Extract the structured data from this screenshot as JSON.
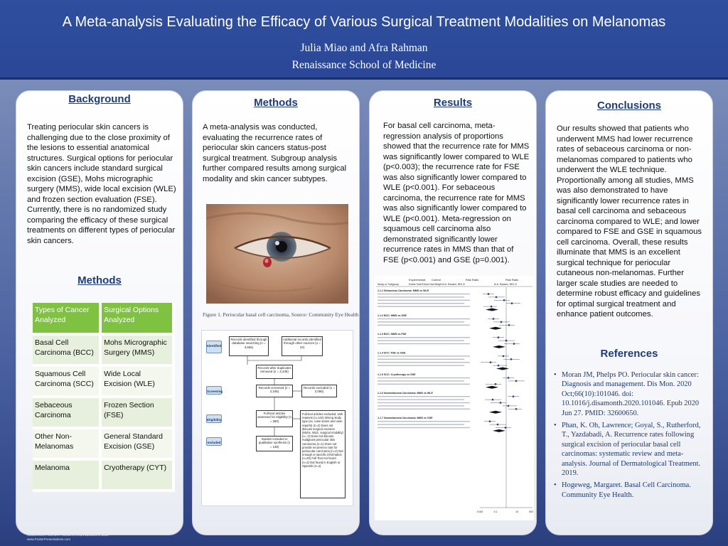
{
  "header": {
    "title": "A Meta-analysis Evaluating the Efficacy of Various Surgical Treatment Modalities on Melanomas",
    "authors": "Julia Miao and Afra Rahman",
    "school": "Renaissance School of Medicine"
  },
  "background": {
    "heading": "Background",
    "text": "Treating periocular skin cancers is challenging due to the close proximity of the lesions to essential anatomical structures. Surgical options for periocular skin cancers include standard surgical excision (GSE), Mohs micrographic surgery (MMS), wide local excision (WLE) and frozen section evaluation (FSE). Currently, there is no randomized study comparing the efficacy of these surgical treatments on different types of periocular skin cancers."
  },
  "methods_left": {
    "heading": "Methods",
    "table_headers": [
      "Types of Cancer Analyzed",
      "Surgical Options Analyzed"
    ],
    "table_rows": [
      [
        "Basal Cell Carcinoma (BCC)",
        "Mohs Micrographic Surgery (MMS)"
      ],
      [
        "Squamous Cell Carcinoma (SCC)",
        "Wide Local Excision (WLE)"
      ],
      [
        "Sebaceous Carcinoma",
        "Frozen Section (FSE)"
      ],
      [
        "Other Non-Melanomas",
        "General Standard Excision (GSE)"
      ],
      [
        "Melanoma",
        "Cryotherapy (CYT)"
      ]
    ]
  },
  "methods": {
    "heading": "Methods",
    "text": "A meta-analysis was conducted, evaluating the recurrence rates of periocular skin cancers status-post surgical treatment. Subgroup analysis further compared results among surgical modality and skin cancer subtypes.",
    "figure_caption": "Figure 1. Periocular basal cell carcinoma, Source: Community Eye Health",
    "flow": {
      "side_identified": "Identified",
      "side_screening": "Screening",
      "side_eligibility": "Eligibility",
      "side_included": "Included",
      "box_db": "Records identified through database searching (n = 3,665)",
      "box_other": "Additional records identified through other sources (n = 22)",
      "box_dup": "Records after duplicates removed (n = 2,345)",
      "box_screened": "Records screened (n = 2,345)",
      "box_excluded": "Records excluded (n = 2,065)",
      "box_fulltext": "Full-text articles assessed for eligibility (n = 280)",
      "box_included": "Studies included in qualitative synthesis (n = 138)",
      "box_excl_reasons": "Full-text articles excluded, with reasons (n=142) Wrong study type (ex. case series and case reports) (n=2) Does not discuss surgical excision (Mohs, WLE, surgical modality) (n= 2) Does not discuss malignant periocular skin carcinoma (n=1) Does not provide recurrence rate for periocular carcinoma (n=2) Not enough or specific information (n=20) Full Text not found (n=3) Not found in English or Spanish (n=4)"
    }
  },
  "results": {
    "heading": "Results",
    "text": "For basal cell carcinoma, meta-regression analysis of proportions showed that the recurrence rate for MMS was significantly lower compared to WLE (p<0.003); the recurrence rate for FSE was also significantly lower compared to WLE (p<0.001). For sebaceous carcinoma, the recurrence rate for MMS was also significantly lower compared to WLE (p<0.001). Meta-regression on squamous cell carcinoma also demonstrated significantly lower recurrence rates in MMS than that of FSE (p<0.001) and GSE (p=0.001).",
    "forest": {
      "col_experimental": "Experimental",
      "col_control": "Control",
      "col_rr1": "Risk Ratio",
      "col_rr2": "Risk Ratio",
      "col_study": "Study or Subgroup",
      "col_sub": "Events Total Events Total Weight M-H, Random, 95% CI",
      "col_sub2": "M-H, Random, 95% CI",
      "groups": [
        "1.1.1 Sebaceous Carcinoma: MMS vs WLE",
        "1.1.2 BCC: MMS vs GSE",
        "1.1.3 BCC: MMS vs FSE",
        "1.1.4 SCC: FSE vs GSE",
        "1.1.5 SCC: Cryotherapy vs GSE",
        "1.1.6 Nonmelanoma Carcinoma: MMS vs WLE",
        "1.1.7 Nonmelanoma Carcinoma: MMS vs GSE"
      ],
      "axis_ticks": [
        "0.002",
        "0.1",
        "10",
        "500"
      ]
    }
  },
  "conclusions": {
    "heading": "Conclusions",
    "text": "Our results showed that patients who underwent MMS had lower recurrence rates of sebaceous carcinoma or non-melanomas compared to patients who underwent the WLE technique. Proportionally among all studies, MMS was also demonstrated to have significantly lower recurrence rates in basal cell carcinoma and sebaceous carcinoma compared to WLE; and lower compared to FSE and GSE in squamous cell carcinoma. Overall, these results illuminate that MMS is an excellent surgical technique for periocular cutaneous non-melanomas. Further larger scale studies are needed to determine robust efficacy and guidelines for optimal surgical treatment and enhance patient outcomes."
  },
  "references": {
    "heading": "References",
    "items": [
      "Moran JM, Phelps PO. Periocular skin cancer: Diagnosis and management. Dis Mon. 2020 Oct;66(10):101046. doi: 10.1016/j.disamonth.2020.101046. Epub 2020 Jun 27. PMID: 32600650.",
      "Phan, K. Oh, Lawrence; Goyal, S., Rutherford, T., Yazdabadi, A. Recurrence rates following surgical excision of periocular basal cell carcinomas: systematic review and meta-analysis. Journal of Dermatological Treatment. 2019.",
      "Hogeweg, Margaret. Basal Cell Carcinoma. Community Eye Health."
    ]
  },
  "footer": {
    "line1": "RESEARCH POSTER PRESENTATION DESIGN © 2019",
    "line2": "www.PosterPresentations.com"
  }
}
